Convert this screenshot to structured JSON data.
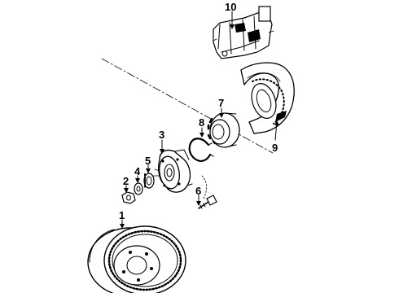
{
  "diagram": {
    "background": "#ffffff",
    "ink": "#000000",
    "callouts": [
      "1",
      "2",
      "3",
      "4",
      "5",
      "6",
      "7",
      "8",
      "9",
      "10"
    ],
    "parts": [
      {
        "callout": "10",
        "icon": "brake-caliper-icon"
      },
      {
        "callout": "9",
        "icon": "splash-shield-icon"
      },
      {
        "callout": "7",
        "icon": "wheel-bearing-icon"
      },
      {
        "callout": "8",
        "icon": "snap-ring-icon"
      },
      {
        "callout": "3",
        "icon": "hub-icon"
      },
      {
        "callout": "5",
        "icon": "outer-bearing-icon"
      },
      {
        "callout": "4",
        "icon": "washer-icon"
      },
      {
        "callout": "2",
        "icon": "hub-nut-icon"
      },
      {
        "callout": "6",
        "icon": "wheel-stud-icon"
      },
      {
        "callout": "1",
        "icon": "brake-rotor-icon"
      }
    ]
  }
}
